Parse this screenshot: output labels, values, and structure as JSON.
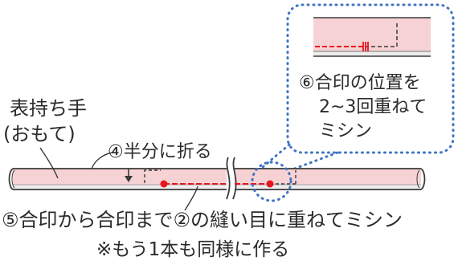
{
  "labels": {
    "handle_main": "表持ち手",
    "handle_sub": "(おもて)",
    "step4": "④半分に折る",
    "step5": "⑤合印から合印まで②の縫い目に重ねてミシン",
    "note": "※もう1本も同様に作る",
    "step6_line1": "⑥合印の位置を",
    "step6_line2": "2~3回重ねて",
    "step6_line3": "ミシン"
  },
  "colors": {
    "fabric_pink": "#f6d2d4",
    "fabric_edge": "#e8b4b8",
    "outline": "#3a3a3a",
    "stitch_red": "#e8141e",
    "callout_blue": "#3f74c3"
  }
}
